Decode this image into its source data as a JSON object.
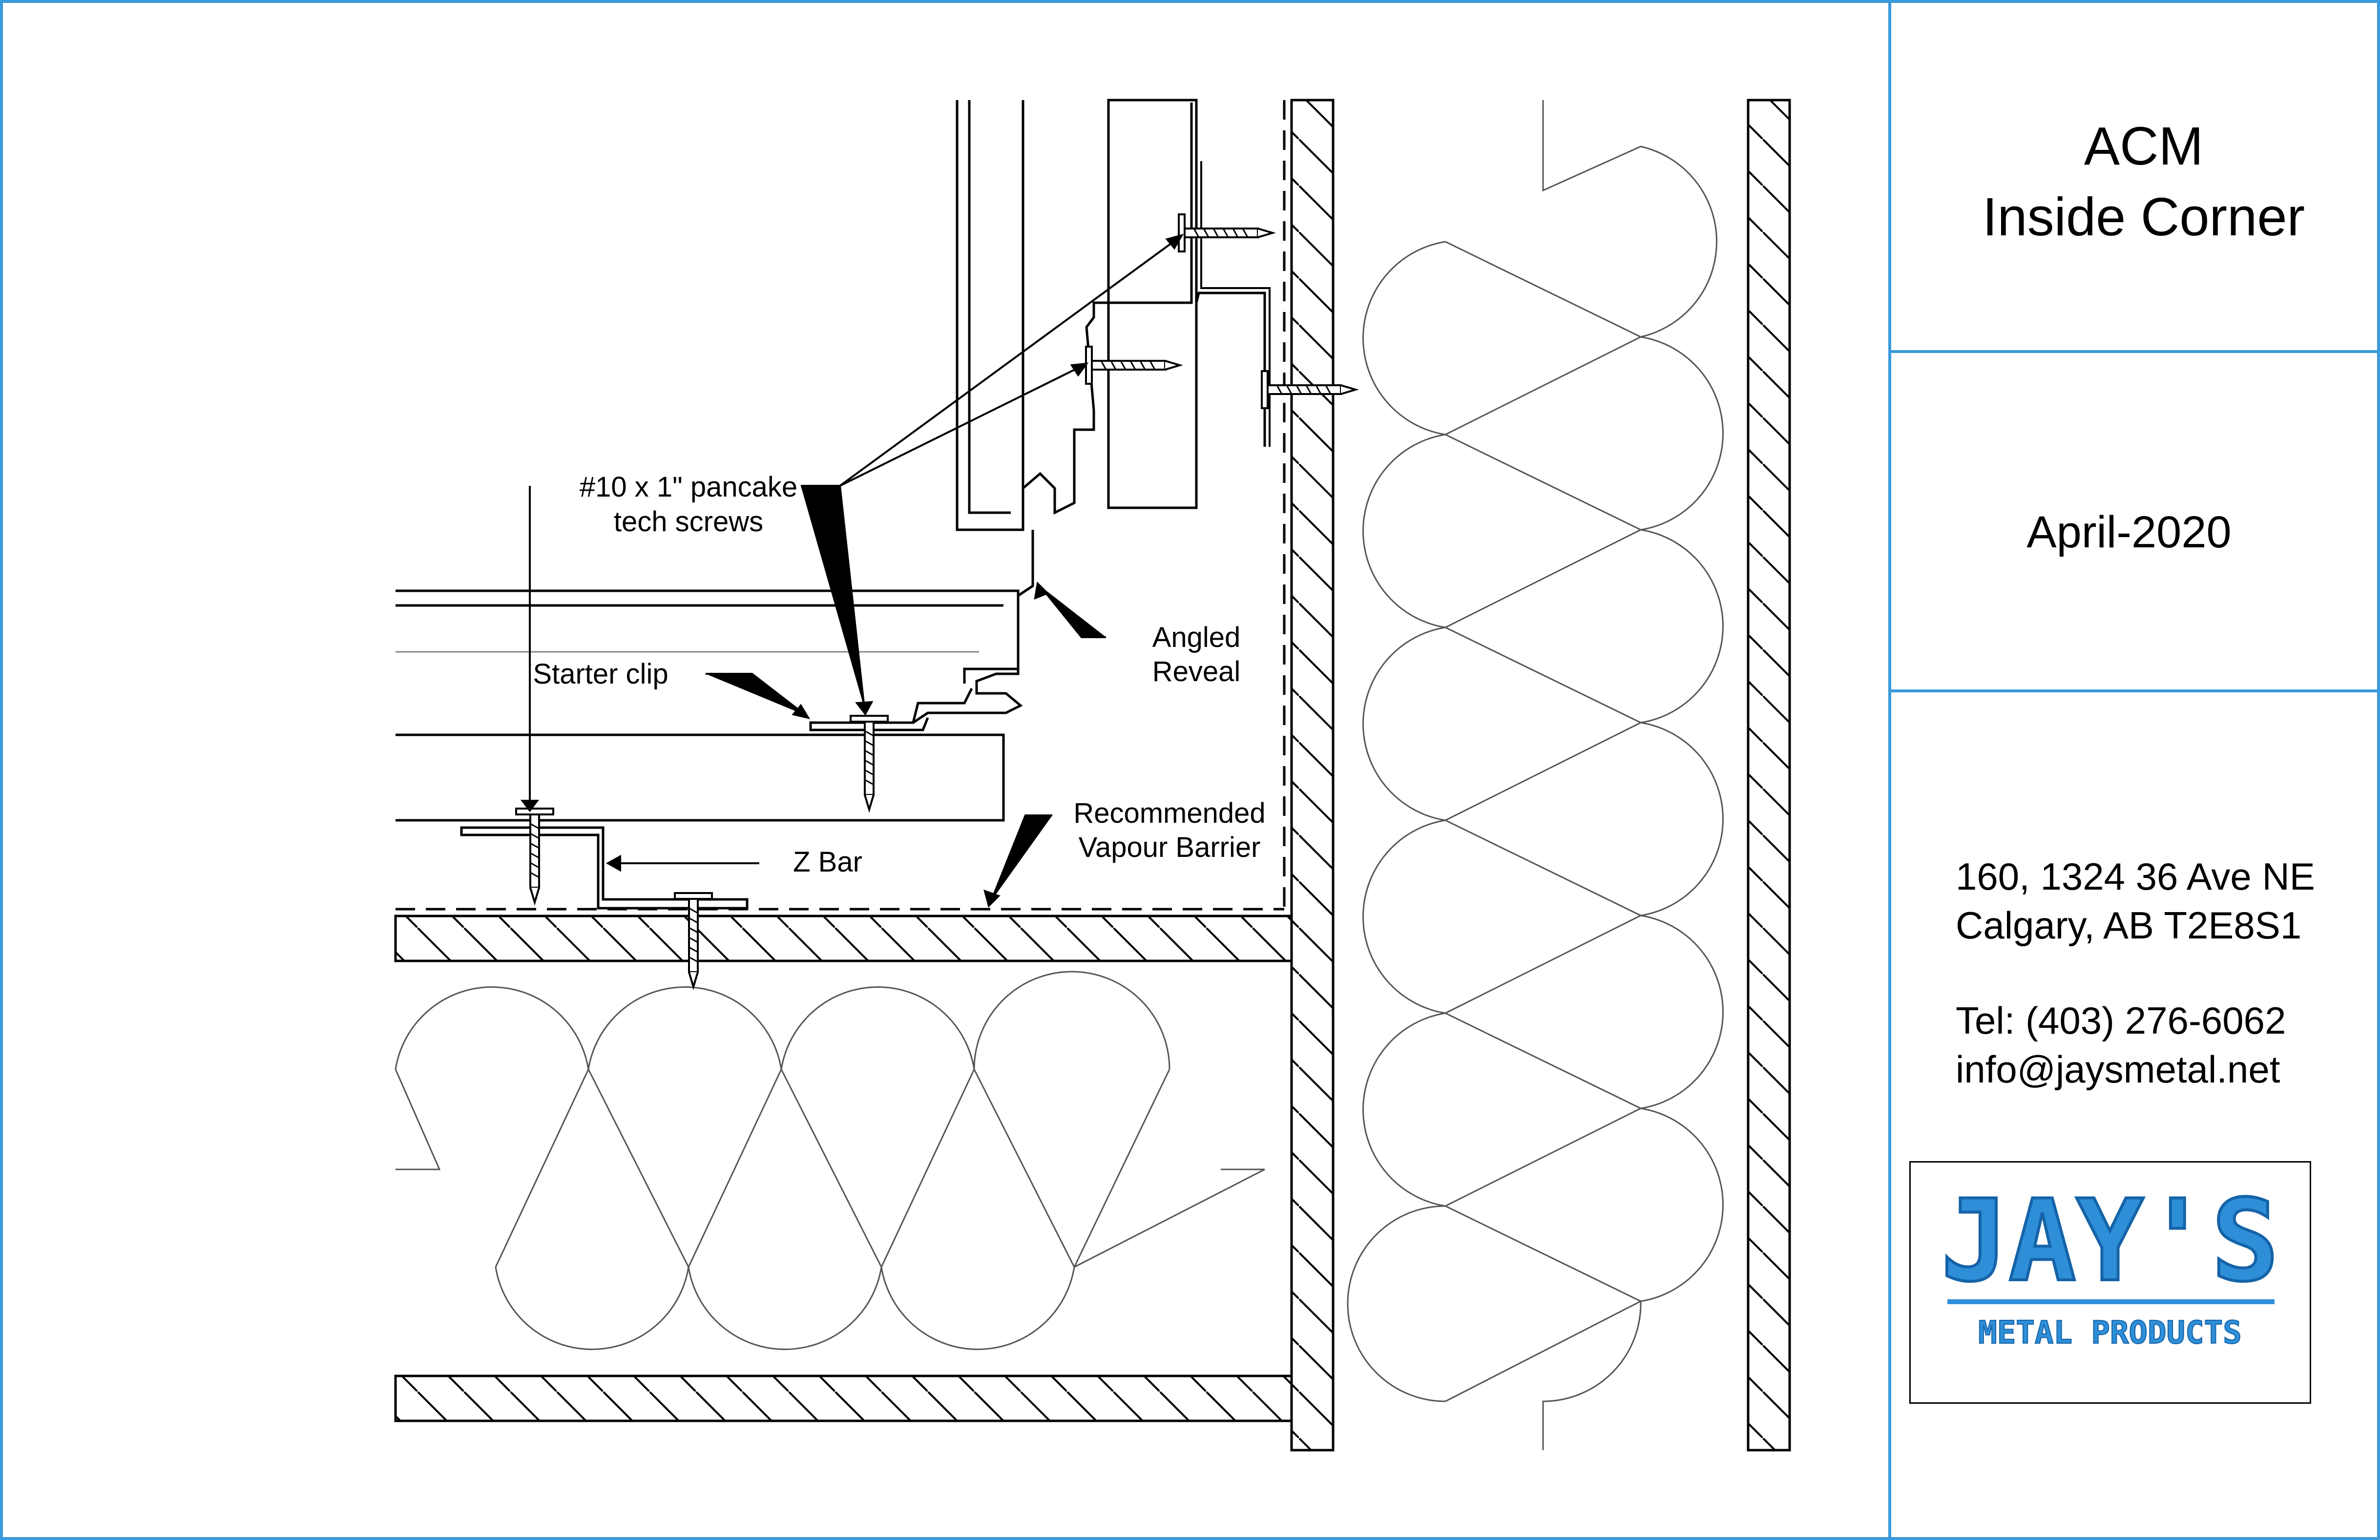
{
  "title_block": {
    "title_line1": "ACM",
    "title_line2": "Inside Corner",
    "date": "April-2020",
    "address_line1": "160, 1324 36 Ave NE",
    "address_line2": "Calgary, AB T2E8S1",
    "phone": "Tel: (403) 276-6062",
    "email": "info@jaysmetal.net"
  },
  "logo": {
    "name": "JAY'S",
    "tagline": "METAL PRODUCTS",
    "color": "#2E8FD8"
  },
  "labels": {
    "screws_line1": "#10 x 1\" pancake",
    "screws_line2": "tech screws",
    "starter_clip": "Starter clip",
    "angled_reveal_line1": "Angled",
    "angled_reveal_line2": "Reveal",
    "z_bar": "Z Bar",
    "vapour_line1": "Recommended",
    "vapour_line2": "Vapour Barrier"
  },
  "colors": {
    "frame_border": "#3A9AD9",
    "linework": "#000000",
    "insulation": "#555555"
  }
}
